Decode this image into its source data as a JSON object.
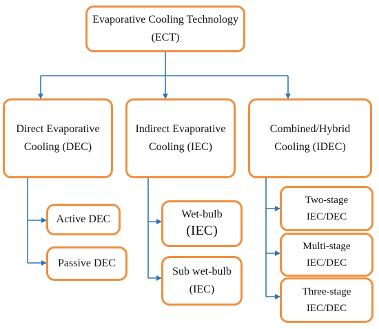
{
  "root": {
    "line1": "Evaporative Cooling Technology",
    "line2": "(ECT)"
  },
  "categories": [
    {
      "line1": "Direct Evaporative",
      "line2": "Cooling (DEC)",
      "children": [
        {
          "line1": "Active DEC"
        },
        {
          "line1": "Passive DEC"
        }
      ]
    },
    {
      "line1": "Indirect Evaporative",
      "line2": "Cooling (IEC)",
      "children": [
        {
          "line1": "Wet-bulb",
          "line2": "(IEC)"
        },
        {
          "line1": "Sub wet-bulb",
          "line2": "(IEC)"
        }
      ]
    },
    {
      "line1": "Combined/Hybrid",
      "line2": "Cooling (IDEC)",
      "children": [
        {
          "line1": "Two-stage",
          "line2": "IEC/DEC"
        },
        {
          "line1": "Multi-stage",
          "line2": "IEC/DEC"
        },
        {
          "line1": "Three-stage",
          "line2": "IEC/DEC"
        }
      ]
    }
  ],
  "colors": {
    "box_border": "#ee8f3f",
    "connector": "#2e75b6"
  }
}
